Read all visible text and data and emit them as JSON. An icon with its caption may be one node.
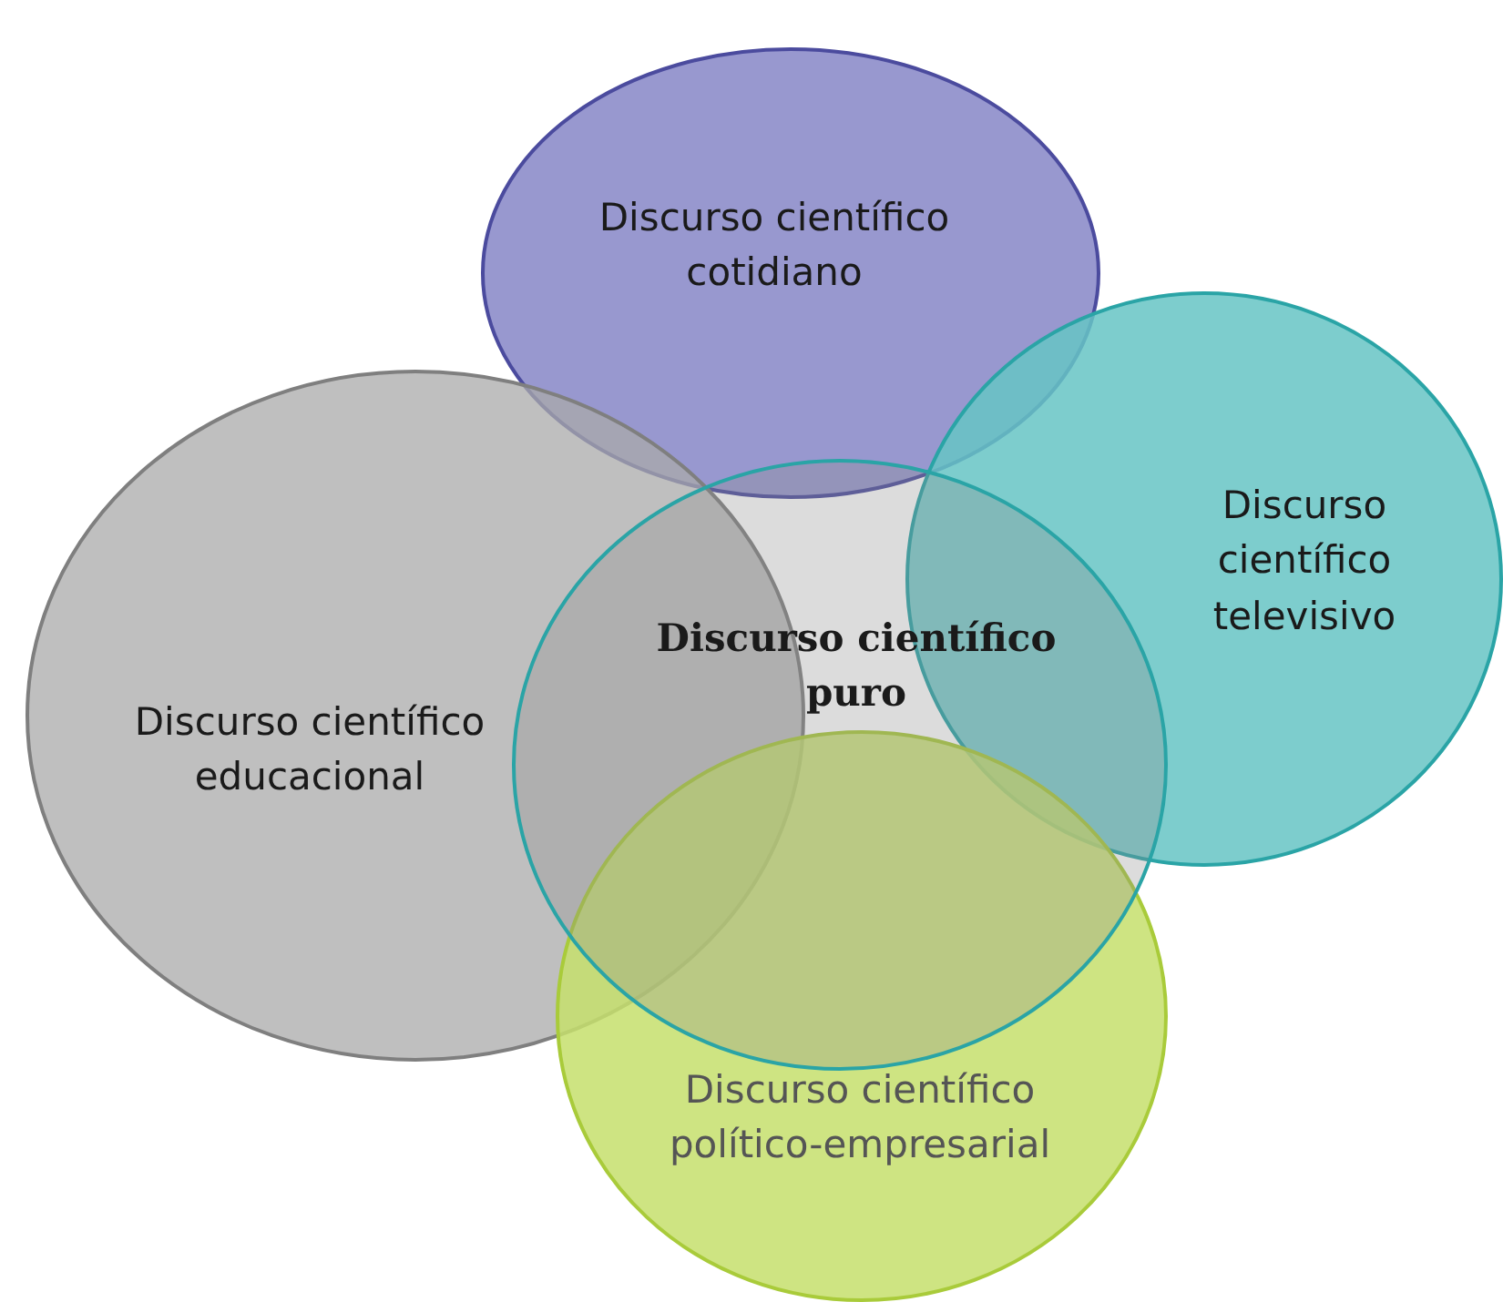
{
  "diagram": {
    "nodes": [
      {
        "text": [
          "Discurso científico cotidiano"
        ]
      },
      {
        "text": [
          "Discurso científico televisivo"
        ]
      },
      {
        "text": [
          "Discurso científico educacional"
        ]
      },
      {
        "text": [
          "Discurso científico político-empresarial"
        ]
      },
      {
        "text": [
          "Discurso científico puro"
        ]
      }
    ]
  }
}
